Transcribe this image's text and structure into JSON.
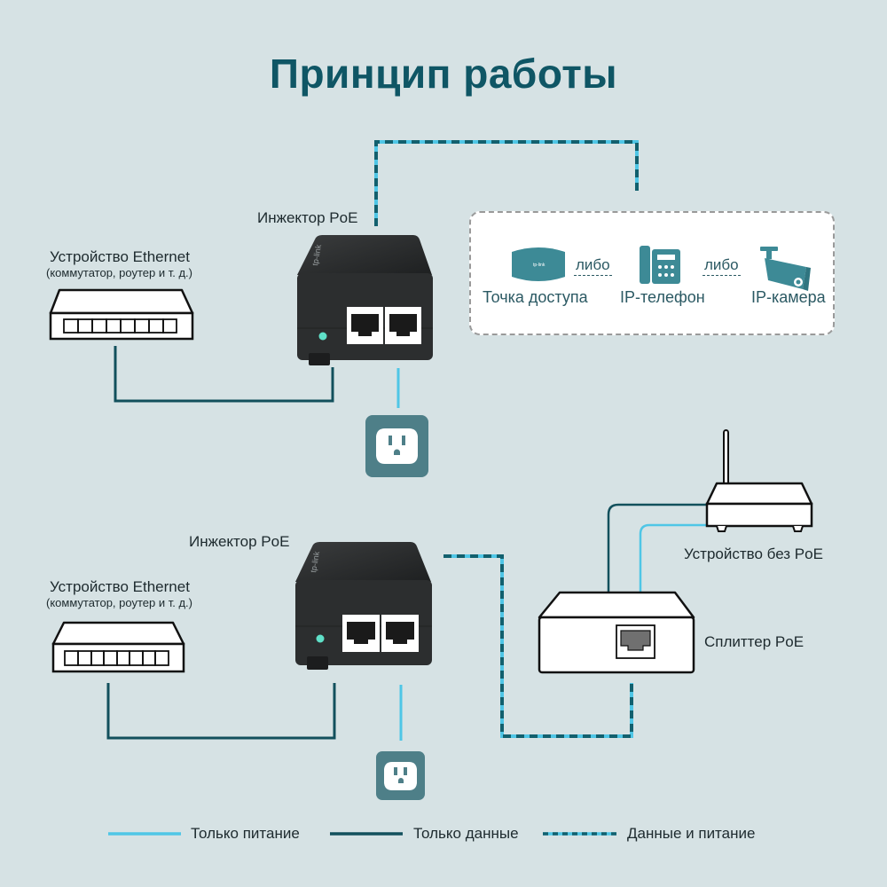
{
  "title": "Принцип работы",
  "colors": {
    "background": "#d6e2e4",
    "title": "#0f5665",
    "power_line": "#4fc6e6",
    "data_line": "#12505c",
    "device_icon": "#3d8a96",
    "outlet_bg": "#4e7f88",
    "injector_body": "#2a2c2d",
    "led": "#5fe0c8"
  },
  "diagram_top": {
    "ethernet_device": {
      "label": "Устройство Ethernet",
      "sublabel": "(коммутатор, роутер и т. д.)",
      "icon": "switch-icon"
    },
    "injector": {
      "label": "Инжектор PoE",
      "icon": "poe-injector-icon"
    },
    "outlet": {
      "icon": "power-outlet-icon"
    },
    "poe_devices": {
      "items": [
        {
          "label": "Точка доступа",
          "icon": "access-point-icon"
        },
        {
          "label": "IP-телефон",
          "icon": "ip-phone-icon"
        },
        {
          "label": "IP-камера",
          "icon": "ip-camera-icon"
        }
      ],
      "separators": [
        "либо",
        "либо"
      ]
    }
  },
  "diagram_bottom": {
    "ethernet_device": {
      "label": "Устройство Ethernet",
      "sublabel": "(коммутатор, роутер и т. д.)",
      "icon": "switch-icon"
    },
    "injector": {
      "label": "Инжектор PoE",
      "icon": "poe-injector-icon"
    },
    "outlet": {
      "icon": "power-outlet-icon"
    },
    "splitter": {
      "label": "Сплиттер PoE",
      "icon": "poe-splitter-icon"
    },
    "non_poe_device": {
      "label": "Устройство без PoE",
      "icon": "router-icon"
    }
  },
  "legend": [
    {
      "label": "Только питание",
      "style": "solid-light"
    },
    {
      "label": "Только данные",
      "style": "solid-dark"
    },
    {
      "label": "Данные и питание",
      "style": "dashed-both"
    }
  ]
}
